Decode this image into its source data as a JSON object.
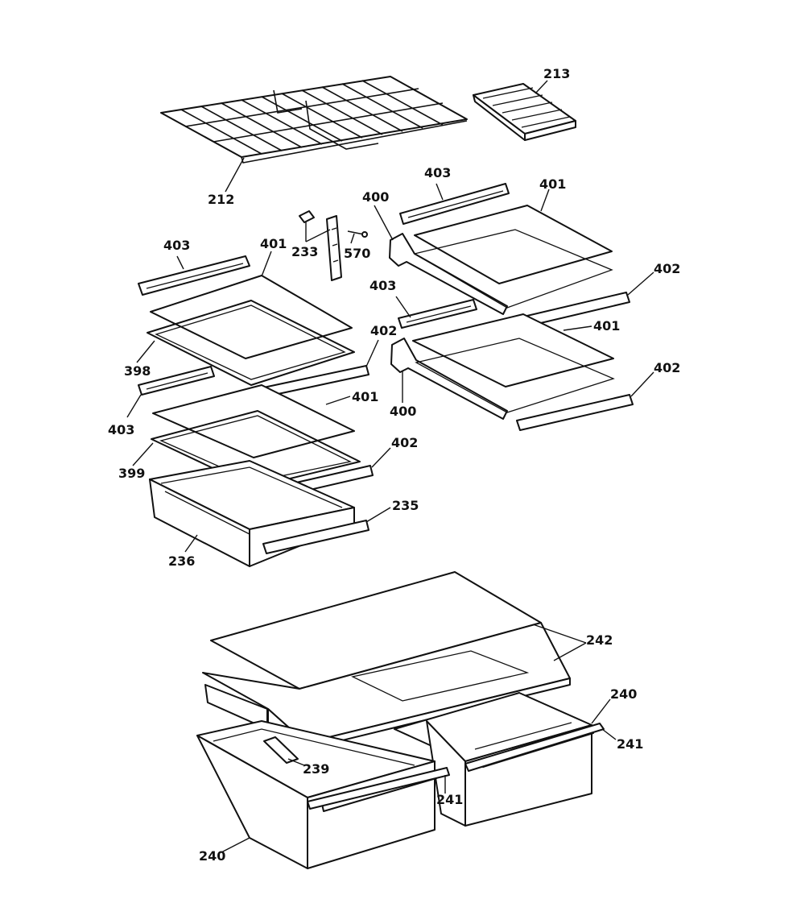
{
  "diagram": {
    "colors": {
      "line": "#111111",
      "background": "#ffffff"
    },
    "labels": {
      "l212": "212",
      "l213": "213",
      "l233": "233",
      "l570": "570",
      "l403a": "403",
      "l401a": "401",
      "l400a": "400",
      "l403b": "403",
      "l401b": "401",
      "l403c": "403",
      "l402a": "402",
      "l401c": "401",
      "l398": "398",
      "l402b": "402",
      "l403d": "403",
      "l401d": "401",
      "l402c": "402",
      "l400b": "400",
      "l402d": "402",
      "l399": "399",
      "l235": "235",
      "l236": "236",
      "l242": "242",
      "l240a": "240",
      "l241a": "241",
      "l239": "239",
      "l241b": "241",
      "l240b": "240"
    }
  }
}
